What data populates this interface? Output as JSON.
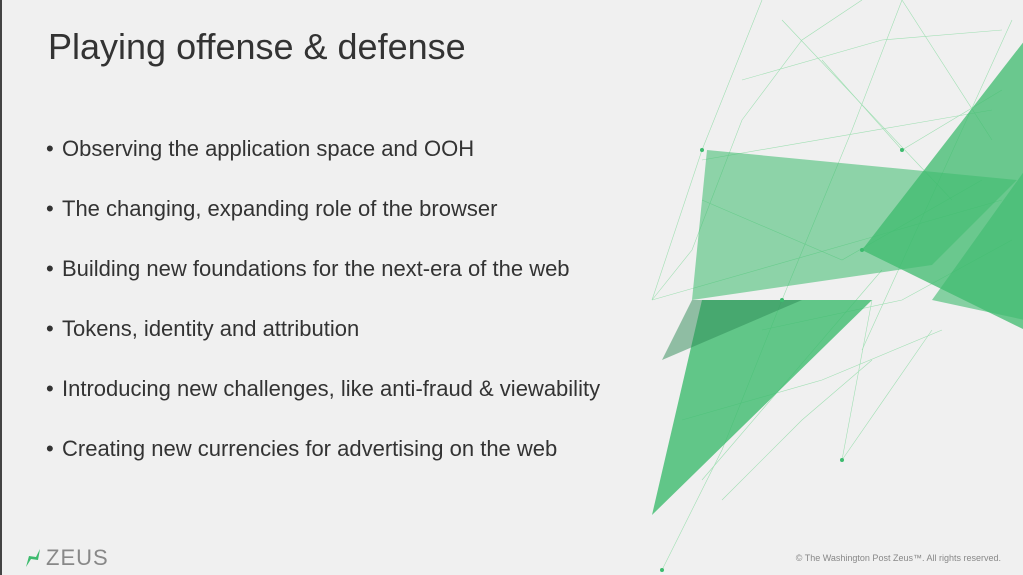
{
  "slide": {
    "title": "Playing offense & defense",
    "bullets": [
      "Observing the application space and OOH",
      "The changing, expanding role of the browser",
      "Building new foundations for the next-era of the web",
      "Tokens, identity and attribution",
      "Introducing new challenges, like anti-fraud & viewability",
      "Creating new currencies for advertising on the web"
    ]
  },
  "footer": {
    "logo_text": "ZEUS",
    "copyright": "© The Washington Post Zeus™. All rights reserved."
  },
  "colors": {
    "accent": "#3dbb6e",
    "background": "#f0f0f0",
    "text": "#333333"
  }
}
